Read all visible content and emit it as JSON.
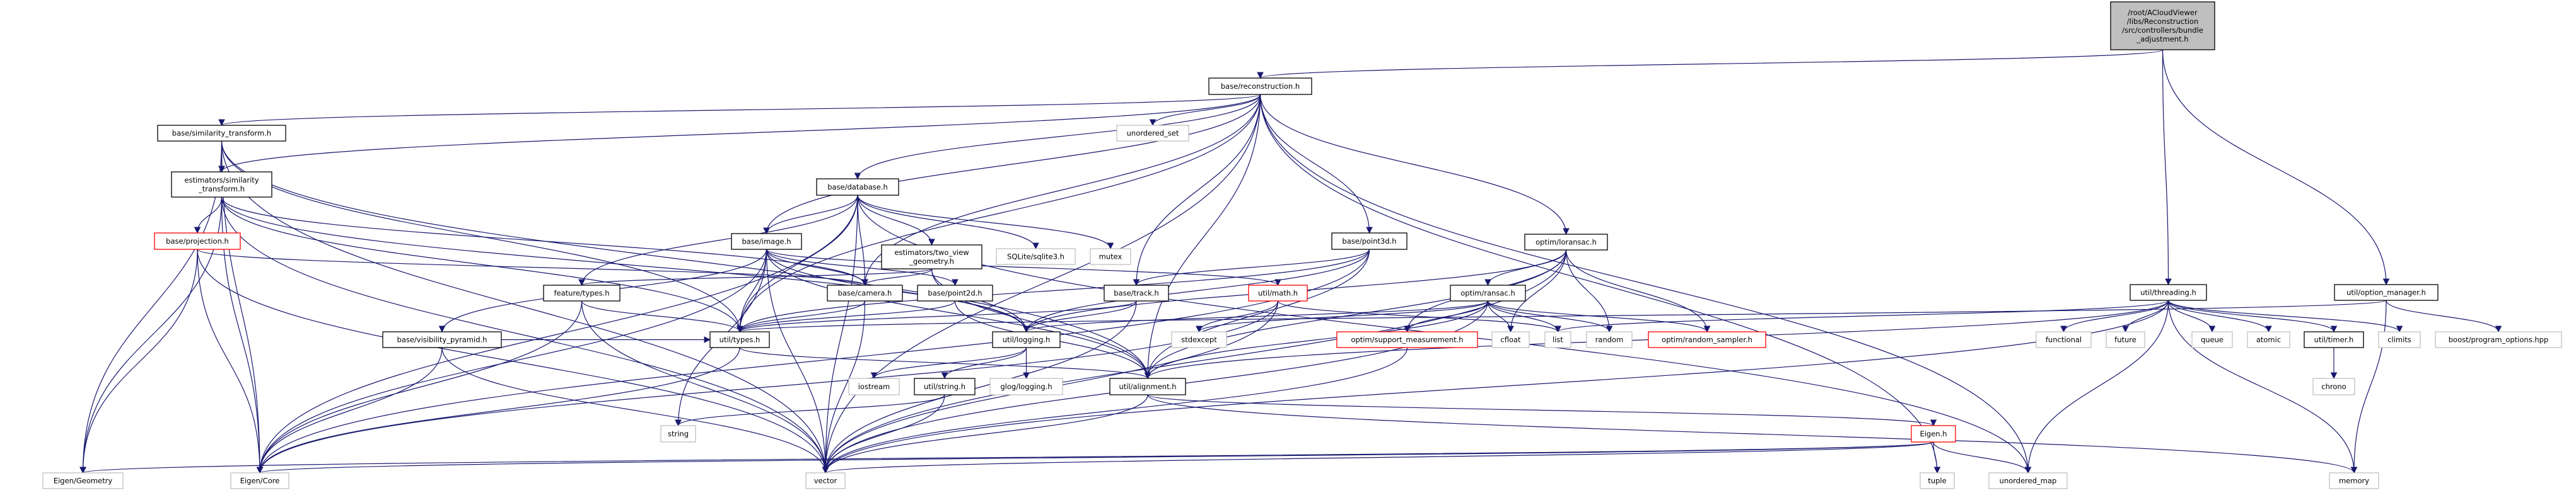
{
  "diagram": {
    "title": "Include dependency graph for bundle_adjustment.h",
    "edge_color": "#191970",
    "legend": {
      "root": "#bfbfbf",
      "internal_border": "#000000",
      "missing_border": "#ff0000",
      "external_border": "#bfbfbf"
    },
    "nodes": [
      {
        "id": "root",
        "kind": "root",
        "lines": [
          "/root/ACloudViewer",
          "/libs/Reconstruction",
          "/src/controllers/bundle",
          "_adjustment.h"
        ]
      },
      {
        "id": "reconstruction",
        "kind": "internal",
        "lines": [
          "base/reconstruction.h"
        ]
      },
      {
        "id": "threading",
        "kind": "internal",
        "lines": [
          "util/threading.h"
        ]
      },
      {
        "id": "option_manager",
        "kind": "internal",
        "lines": [
          "util/option_manager.h"
        ]
      },
      {
        "id": "sim_transform",
        "kind": "internal",
        "lines": [
          "base/similarity_transform.h"
        ]
      },
      {
        "id": "unordered_set",
        "kind": "external",
        "lines": [
          "unordered_set"
        ]
      },
      {
        "id": "est_sim",
        "kind": "internal",
        "lines": [
          "estimators/similarity",
          "_transform.h"
        ]
      },
      {
        "id": "database",
        "kind": "internal",
        "lines": [
          "base/database.h"
        ]
      },
      {
        "id": "projection",
        "kind": "missing",
        "lines": [
          "base/projection.h"
        ]
      },
      {
        "id": "image",
        "kind": "internal",
        "lines": [
          "base/image.h"
        ]
      },
      {
        "id": "two_view",
        "kind": "internal",
        "lines": [
          "estimators/two_view",
          "_geometry.h"
        ]
      },
      {
        "id": "sqlite",
        "kind": "external",
        "lines": [
          "SQLite/sqlite3.h"
        ]
      },
      {
        "id": "mutex",
        "kind": "external",
        "lines": [
          "mutex"
        ]
      },
      {
        "id": "point3d",
        "kind": "internal",
        "lines": [
          "base/point3d.h"
        ]
      },
      {
        "id": "loransac",
        "kind": "internal",
        "lines": [
          "optim/loransac.h"
        ]
      },
      {
        "id": "feature_types",
        "kind": "internal",
        "lines": [
          "feature/types.h"
        ]
      },
      {
        "id": "camera",
        "kind": "internal",
        "lines": [
          "base/camera.h"
        ]
      },
      {
        "id": "point2d",
        "kind": "internal",
        "lines": [
          "base/point2d.h"
        ]
      },
      {
        "id": "track",
        "kind": "internal",
        "lines": [
          "base/track.h"
        ]
      },
      {
        "id": "math",
        "kind": "missing",
        "lines": [
          "util/math.h"
        ]
      },
      {
        "id": "ransac",
        "kind": "internal",
        "lines": [
          "optim/ransac.h"
        ]
      },
      {
        "id": "visibility",
        "kind": "internal",
        "lines": [
          "base/visibility_pyramid.h"
        ]
      },
      {
        "id": "util_types",
        "kind": "internal",
        "lines": [
          "util/types.h"
        ]
      },
      {
        "id": "logging",
        "kind": "internal",
        "lines": [
          "util/logging.h"
        ]
      },
      {
        "id": "stdexcept",
        "kind": "external",
        "lines": [
          "stdexcept"
        ]
      },
      {
        "id": "support",
        "kind": "missing",
        "lines": [
          "optim/support_measurement.h"
        ]
      },
      {
        "id": "cfloat",
        "kind": "external",
        "lines": [
          "cfloat"
        ]
      },
      {
        "id": "list",
        "kind": "external",
        "lines": [
          "list"
        ]
      },
      {
        "id": "random",
        "kind": "external",
        "lines": [
          "random"
        ]
      },
      {
        "id": "random_sampler",
        "kind": "missing",
        "lines": [
          "optim/random_sampler.h"
        ]
      },
      {
        "id": "functional",
        "kind": "external",
        "lines": [
          "functional"
        ]
      },
      {
        "id": "future",
        "kind": "external",
        "lines": [
          "future"
        ]
      },
      {
        "id": "queue",
        "kind": "external",
        "lines": [
          "queue"
        ]
      },
      {
        "id": "atomic",
        "kind": "external",
        "lines": [
          "atomic"
        ]
      },
      {
        "id": "timer",
        "kind": "internal",
        "lines": [
          "util/timer.h"
        ]
      },
      {
        "id": "climits",
        "kind": "external",
        "lines": [
          "climits"
        ]
      },
      {
        "id": "boost_po",
        "kind": "external",
        "lines": [
          "boost/program_options.hpp"
        ]
      },
      {
        "id": "iostream",
        "kind": "external",
        "lines": [
          "iostream"
        ]
      },
      {
        "id": "string_h",
        "kind": "internal",
        "lines": [
          "util/string.h"
        ]
      },
      {
        "id": "glog",
        "kind": "external",
        "lines": [
          "glog/logging.h"
        ]
      },
      {
        "id": "alignment",
        "kind": "internal",
        "lines": [
          "util/alignment.h"
        ]
      },
      {
        "id": "chrono",
        "kind": "external",
        "lines": [
          "chrono"
        ]
      },
      {
        "id": "string",
        "kind": "external",
        "lines": [
          "string"
        ]
      },
      {
        "id": "eigen_h",
        "kind": "missing",
        "lines": [
          "Eigen.h"
        ]
      },
      {
        "id": "eigen_geometry",
        "kind": "external",
        "lines": [
          "Eigen/Geometry"
        ]
      },
      {
        "id": "eigen_core",
        "kind": "external",
        "lines": [
          "Eigen/Core"
        ]
      },
      {
        "id": "vector",
        "kind": "external",
        "lines": [
          "vector"
        ]
      },
      {
        "id": "tuple",
        "kind": "external",
        "lines": [
          "tuple"
        ]
      },
      {
        "id": "unordered_map",
        "kind": "external",
        "lines": [
          "unordered_map"
        ]
      },
      {
        "id": "memory",
        "kind": "external",
        "lines": [
          "memory"
        ]
      }
    ],
    "edges": [
      [
        "root",
        "reconstruction"
      ],
      [
        "root",
        "threading"
      ],
      [
        "root",
        "option_manager"
      ],
      [
        "reconstruction",
        "sim_transform"
      ],
      [
        "reconstruction",
        "unordered_set"
      ],
      [
        "reconstruction",
        "est_sim"
      ],
      [
        "reconstruction",
        "database"
      ],
      [
        "reconstruction",
        "image"
      ],
      [
        "reconstruction",
        "point3d"
      ],
      [
        "reconstruction",
        "loransac"
      ],
      [
        "reconstruction",
        "camera"
      ],
      [
        "reconstruction",
        "track"
      ],
      [
        "reconstruction",
        "util_types"
      ],
      [
        "reconstruction",
        "alignment"
      ],
      [
        "reconstruction",
        "vector"
      ],
      [
        "reconstruction",
        "tuple"
      ],
      [
        "reconstruction",
        "unordered_map"
      ],
      [
        "sim_transform",
        "est_sim"
      ],
      [
        "sim_transform",
        "eigen_geometry"
      ],
      [
        "sim_transform",
        "eigen_core"
      ],
      [
        "sim_transform",
        "util_types"
      ],
      [
        "sim_transform",
        "alignment"
      ],
      [
        "sim_transform",
        "vector"
      ],
      [
        "est_sim",
        "projection"
      ],
      [
        "est_sim",
        "eigen_geometry"
      ],
      [
        "est_sim",
        "eigen_core"
      ],
      [
        "est_sim",
        "camera"
      ],
      [
        "est_sim",
        "logging"
      ],
      [
        "est_sim",
        "util_types"
      ],
      [
        "est_sim",
        "vector"
      ],
      [
        "projection",
        "eigen_geometry"
      ],
      [
        "projection",
        "eigen_core"
      ],
      [
        "projection",
        "camera"
      ],
      [
        "projection",
        "vector"
      ],
      [
        "database",
        "image"
      ],
      [
        "database",
        "two_view"
      ],
      [
        "database",
        "sqlite"
      ],
      [
        "database",
        "mutex"
      ],
      [
        "database",
        "camera"
      ],
      [
        "database",
        "feature_types"
      ],
      [
        "database",
        "util_types"
      ],
      [
        "database",
        "eigen_core"
      ],
      [
        "database",
        "vector"
      ],
      [
        "database",
        "unordered_map"
      ],
      [
        "image",
        "visibility"
      ],
      [
        "image",
        "camera"
      ],
      [
        "image",
        "point2d"
      ],
      [
        "image",
        "math"
      ],
      [
        "image",
        "util_types"
      ],
      [
        "image",
        "logging"
      ],
      [
        "image",
        "alignment"
      ],
      [
        "image",
        "eigen_core"
      ],
      [
        "image",
        "string"
      ],
      [
        "image",
        "vector"
      ],
      [
        "two_view",
        "camera"
      ],
      [
        "two_view",
        "feature_types"
      ],
      [
        "two_view",
        "logging"
      ],
      [
        "two_view",
        "alignment"
      ],
      [
        "point3d",
        "track"
      ],
      [
        "point3d",
        "util_types"
      ],
      [
        "point3d",
        "logging"
      ],
      [
        "point3d",
        "alignment"
      ],
      [
        "point3d",
        "eigen_core"
      ],
      [
        "loransac",
        "ransac"
      ],
      [
        "loransac",
        "support"
      ],
      [
        "loransac",
        "random_sampler"
      ],
      [
        "loransac",
        "cfloat"
      ],
      [
        "loransac",
        "random"
      ],
      [
        "loransac",
        "logging"
      ],
      [
        "loransac",
        "alignment"
      ],
      [
        "loransac",
        "vector"
      ],
      [
        "feature_types",
        "util_types"
      ],
      [
        "feature_types",
        "eigen_core"
      ],
      [
        "feature_types",
        "vector"
      ],
      [
        "camera",
        "util_types"
      ],
      [
        "camera",
        "vector"
      ],
      [
        "point2d",
        "util_types"
      ],
      [
        "point2d",
        "alignment"
      ],
      [
        "track",
        "util_types"
      ],
      [
        "track",
        "logging"
      ],
      [
        "track",
        "vector"
      ],
      [
        "math",
        "stdexcept"
      ],
      [
        "math",
        "list"
      ],
      [
        "math",
        "vector"
      ],
      [
        "math",
        "eigen_core"
      ],
      [
        "ransac",
        "support"
      ],
      [
        "ransac",
        "random_sampler"
      ],
      [
        "ransac",
        "cfloat"
      ],
      [
        "ransac",
        "list"
      ],
      [
        "ransac",
        "random"
      ],
      [
        "ransac",
        "stdexcept"
      ],
      [
        "ransac",
        "logging"
      ],
      [
        "ransac",
        "alignment"
      ],
      [
        "ransac",
        "vector"
      ],
      [
        "visibility",
        "eigen_core"
      ],
      [
        "visibility",
        "util_types"
      ],
      [
        "visibility",
        "vector"
      ],
      [
        "util_types",
        "eigen_core"
      ],
      [
        "util_types",
        "alignment"
      ],
      [
        "logging",
        "iostream"
      ],
      [
        "logging",
        "string_h"
      ],
      [
        "logging",
        "glog"
      ],
      [
        "string_h",
        "string"
      ],
      [
        "string_h",
        "vector"
      ],
      [
        "alignment",
        "eigen_h"
      ],
      [
        "alignment",
        "memory"
      ],
      [
        "alignment",
        "vector"
      ],
      [
        "eigen_h",
        "tuple"
      ],
      [
        "eigen_h",
        "unordered_map"
      ],
      [
        "eigen_h",
        "eigen_core"
      ],
      [
        "eigen_h",
        "eigen_geometry"
      ],
      [
        "eigen_h",
        "vector"
      ],
      [
        "support",
        "vector"
      ],
      [
        "threading",
        "functional"
      ],
      [
        "threading",
        "future"
      ],
      [
        "threading",
        "queue"
      ],
      [
        "threading",
        "atomic"
      ],
      [
        "threading",
        "timer"
      ],
      [
        "threading",
        "climits"
      ],
      [
        "threading",
        "list"
      ],
      [
        "threading",
        "unordered_map"
      ],
      [
        "threading",
        "alignment"
      ],
      [
        "threading",
        "vector"
      ],
      [
        "threading",
        "memory"
      ],
      [
        "timer",
        "chrono"
      ],
      [
        "option_manager",
        "boost_po"
      ],
      [
        "option_manager",
        "memory"
      ],
      [
        "option_manager",
        "util_types"
      ]
    ]
  }
}
